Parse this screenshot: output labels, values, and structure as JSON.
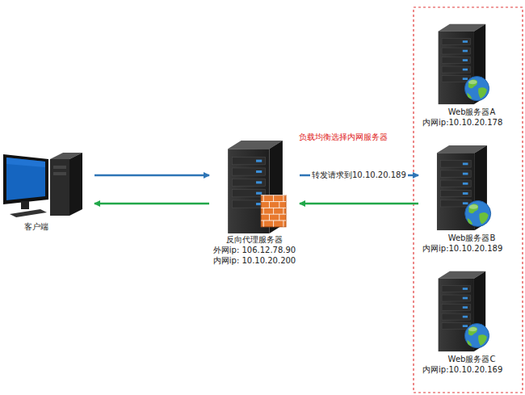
{
  "diagram": {
    "nodes": [
      {
        "text": [
          "客户端"
        ]
      },
      {
        "text": [
          "反向代理服务器",
          "外网ip: 106.12.78.90",
          "内网ip: 10.10.20.200"
        ]
      },
      {
        "text": [
          "Web服务器A",
          "内网ip:10.10.20.178"
        ]
      },
      {
        "text": [
          "Web服务器B",
          "内网ip:10.10.20.189"
        ]
      },
      {
        "text": [
          "Web服务器C",
          "内网ip:10.10.20.169"
        ]
      }
    ],
    "edges": [
      {
        "from": 0,
        "to": 1,
        "arrow": "to"
      },
      {
        "from": 1,
        "to": 0,
        "arrow": "to"
      },
      {
        "from": 1,
        "to": 3,
        "label": "转发请求到10.10.20.189",
        "arrow": "to"
      },
      {
        "from": 3,
        "to": 1,
        "arrow": "to"
      }
    ],
    "labels": [
      "负载均衡选择内网服务器"
    ]
  }
}
